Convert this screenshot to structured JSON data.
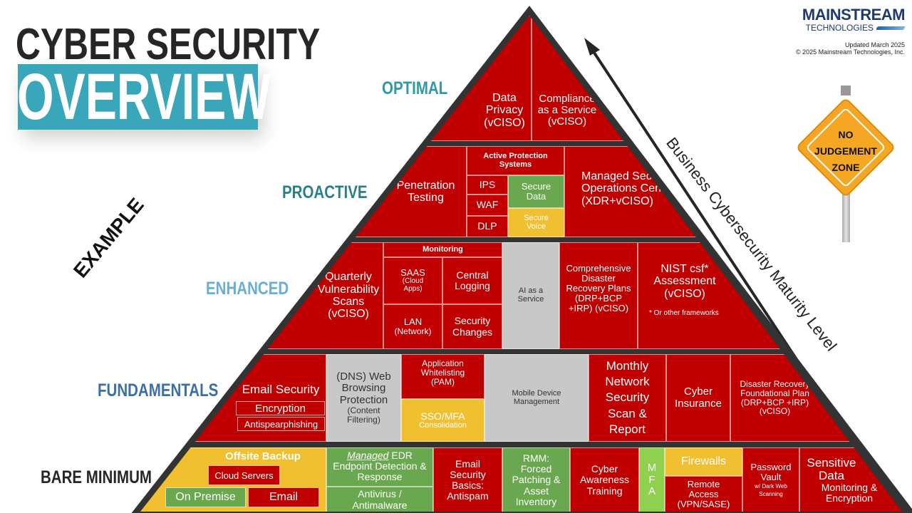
{
  "title": {
    "line1": "CYBER SECURITY",
    "line2": "OVERVIEW",
    "tag": "EXAMPLE"
  },
  "logo": {
    "name": "MAINSTREAM",
    "sub": "TECHNOLOGIES",
    "updated": "Updated March 2025",
    "copyright": "© 2025 Mainstream Technologies, Inc."
  },
  "sign": {
    "line1": "NO",
    "line2": "JUDGEMENT",
    "line3": "ZONE"
  },
  "arrow_label": "Business Cybersecurity Maturity Level",
  "colors": {
    "red": "#c00000",
    "green": "#6aa84f",
    "yellow": "#f0c030",
    "grey": "#c8c8c8",
    "teal": "#3aa6b9"
  },
  "levels": [
    "OPTIMAL",
    "PROACTIVE",
    "ENHANCED",
    "FUNDAMENTALS",
    "BARE MINIMUM"
  ],
  "optimal": {
    "data_privacy": "Data Privacy (vCISO)",
    "compliance": "Compliance as a Service (vCISO)"
  },
  "proactive": {
    "pen_testing": "Penetration Testing",
    "aps": "Active Protection Systems",
    "ips": "IPS",
    "waf": "WAF",
    "dlp": "DLP",
    "secure_data": "Secure Data",
    "secure_voice": "Secure Voice",
    "soc": "Managed Security Operations Center  (XDR+vCISO)"
  },
  "enhanced": {
    "quarterly": "Quarterly Vulnerability Scans (vCISO)",
    "monitoring": "Monitoring",
    "saas": "SAAS",
    "saas_sub": "(Cloud Apps)",
    "central_logging": "Central Logging",
    "lan": "LAN",
    "lan_sub": "(Network)",
    "security_changes": "Security Changes",
    "ai": "AI as a Service",
    "drp": "Comprehensive Disaster Recovery Plans (DRP+BCP +IRP) (vCISO)",
    "nist": "NIST csf* Assessment (vCISO)",
    "nist_note": "* Or other frameworks"
  },
  "fundamentals": {
    "email_security": "Email Security",
    "encryption": "Encryption",
    "antispearphishing": "Antispearphishing",
    "dns": "(DNS) Web Browsing Protection",
    "dns_sub": "(Content Filtering)",
    "app_whitelisting": "Application Whitelisting (PAM)",
    "sso": "SSO/MFA",
    "sso_sub": "Consolidation",
    "mdm": "Mobile Device Management",
    "monthly": "Monthly Network Security Scan & Report",
    "cyber_insurance": "Cyber Insurance",
    "dr_foundational": "Disaster Recovery Foundational Plan (DRP+BCP +IRP) (vCISO)"
  },
  "bare": {
    "offsite": "Offsite Backup",
    "cloud_servers": "Cloud Servers",
    "on_premise": "On Premise",
    "email": "Email",
    "edr_em": "Managed",
    "edr": " EDR Endpoint Detection & Response",
    "antivirus": "Antivirus / Antimalware",
    "email_basics": "Email Security Basics: Antispam",
    "rmm": "RMM: Forced Patching & Asset Inventory",
    "awareness": "Cyber Awareness Training",
    "mfa": "M F A",
    "firewalls": "Firewalls",
    "remote": "Remote Access (VPN/SASE)",
    "vault": "Password Vault",
    "vault_sub": "w/ Dark Web Scanning",
    "sensitive": "Sensitive Data",
    "sensitive_sub": "Monitoring & Encryption"
  }
}
